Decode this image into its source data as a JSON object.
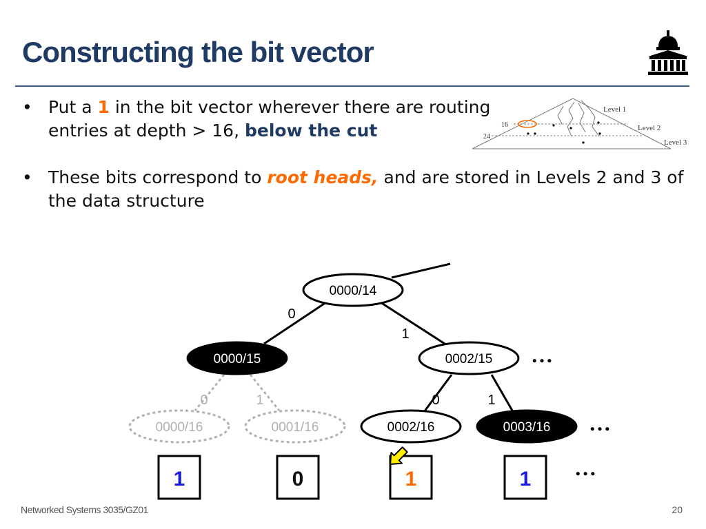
{
  "slide": {
    "title": "Constructing the bit vector",
    "bullets": [
      {
        "parts": [
          "Put a ",
          "1",
          " in the bit vector wherever there are routing entries at depth > 16, ",
          "below the cut"
        ]
      },
      {
        "parts": [
          "These bits correspond to ",
          "root heads,",
          " and are stored in Levels 2 and 3 of the data structure"
        ]
      }
    ],
    "footer": "Networked Systems 3035/GZ01",
    "page_number": "20"
  },
  "mini_diagram": {
    "level_labels": [
      "Level 1",
      "Level 2",
      "Level 3"
    ],
    "depth_labels": [
      "16",
      "24"
    ]
  },
  "tree": {
    "nodes": [
      {
        "label": "0000/14",
        "style": "white"
      },
      {
        "label": "0000/15",
        "style": "black"
      },
      {
        "label": "0002/15",
        "style": "white"
      },
      {
        "label": "0000/16",
        "style": "faded"
      },
      {
        "label": "0001/16",
        "style": "faded"
      },
      {
        "label": "0002/16",
        "style": "white"
      },
      {
        "label": "0003/16",
        "style": "black"
      }
    ],
    "edge_labels": [
      "0",
      "1",
      "0",
      "1",
      "0",
      "1"
    ],
    "ellipsis": "…",
    "bits": [
      {
        "value": "1",
        "color": "#1a1adc"
      },
      {
        "value": "0",
        "color": "#111111"
      },
      {
        "value": "1",
        "color": "#ff6a00"
      },
      {
        "value": "1",
        "color": "#1a1adc"
      }
    ]
  },
  "colors": {
    "title": "#1f3a63",
    "accent_orange": "#ff6a00",
    "faded_gray": "#b0b0b0",
    "arrow_yellow": "#ffee00"
  },
  "icons": [
    "university-dome-icon",
    "pointer-arrow-icon"
  ]
}
